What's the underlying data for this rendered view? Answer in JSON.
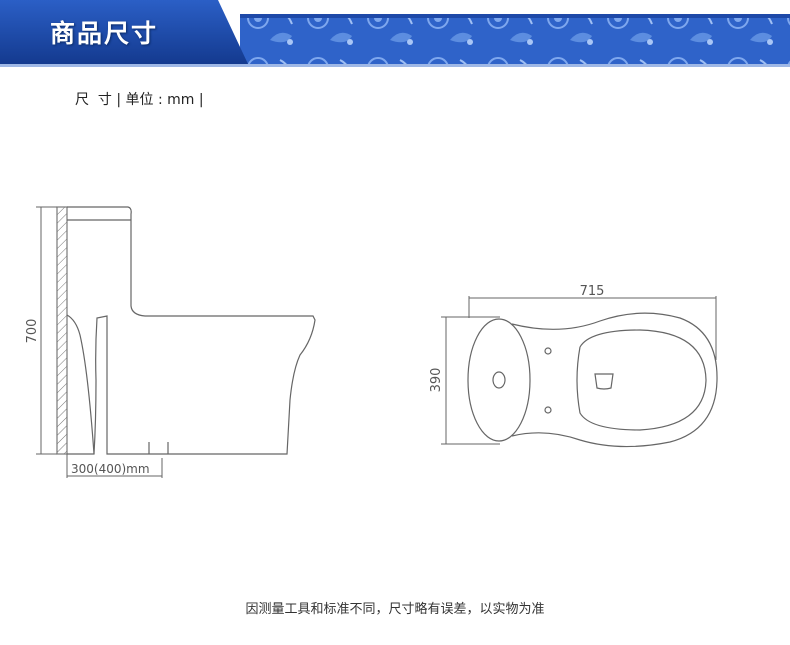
{
  "header": {
    "title": "商品尺寸",
    "colors": {
      "title_bg": "#1e49a8",
      "banner_bg": "#2f63c9",
      "banner_accent": "#7ea7ee"
    }
  },
  "units_line": "尺  寸 | 单位 : mm |",
  "side_view": {
    "height_label": "700",
    "rough_in_label": "300(400)mm"
  },
  "top_view": {
    "length_label": "715",
    "width_label": "390"
  },
  "footnote": "因测量工具和标准不同，尺寸略有误差，以实物为准"
}
